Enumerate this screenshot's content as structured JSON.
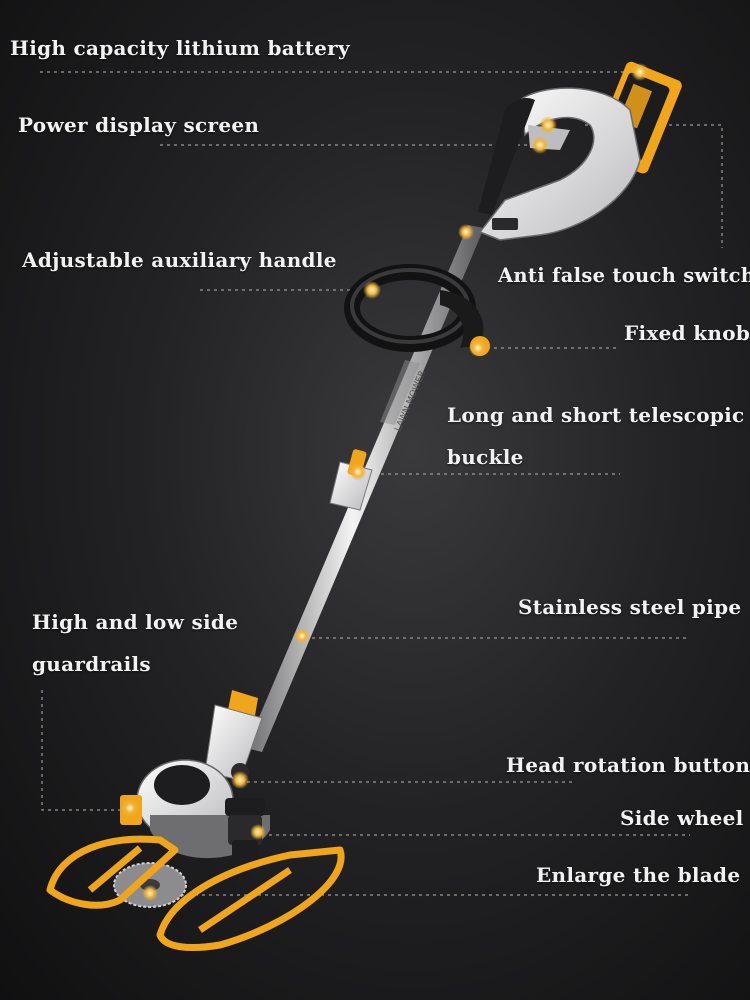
{
  "labels": {
    "battery": "High capacity lithium battery",
    "display": "Power display screen",
    "aux_handle": "Adjustable auxiliary handle",
    "anti_touch": "Anti false touch switch",
    "knob": "Fixed knob",
    "telescopic_1": "Long and short telescopic",
    "telescopic_2": "buckle",
    "pipe": "Stainless steel pipe",
    "guardrails_1": "High and low side",
    "guardrails_2": "guardrails",
    "head_rotation": "Head rotation button",
    "side_wheel": "Side wheel",
    "blade": "Enlarge the blade",
    "brand_on_pipe": "LAWN MOWER"
  },
  "colors": {
    "accent": "#f0a51a",
    "body_white": "#e8e8ea",
    "body_black": "#1d1d1f",
    "leader_line": "#9a9a9a"
  }
}
